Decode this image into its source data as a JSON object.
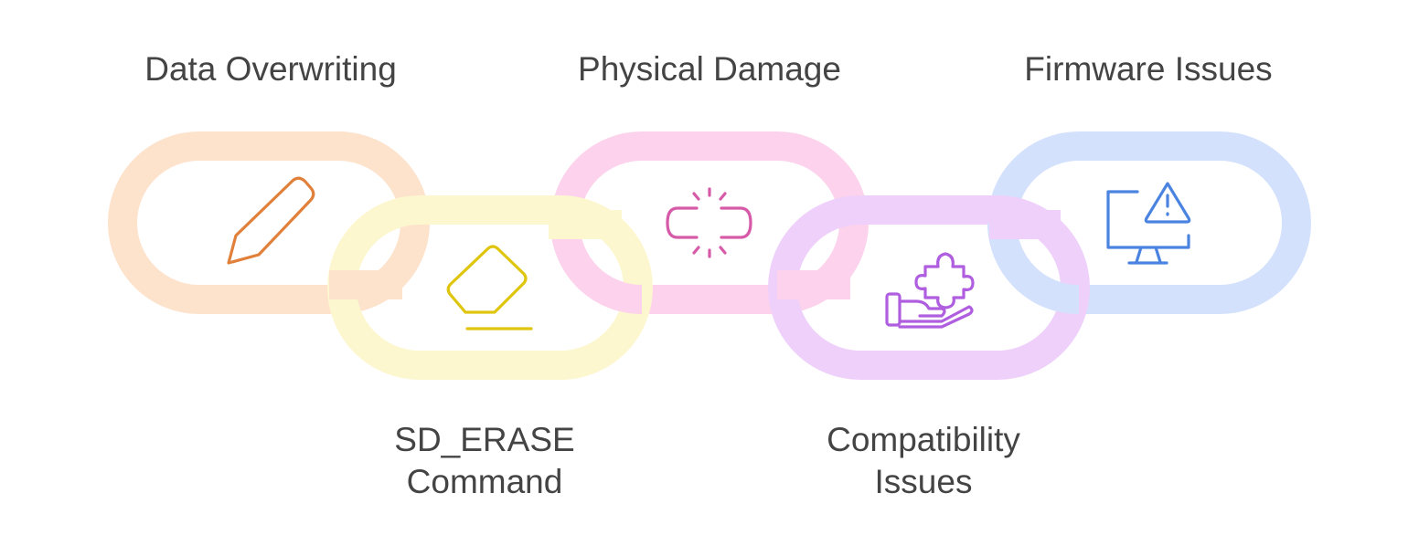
{
  "links": [
    {
      "id": "data-overwriting",
      "label_lines": [
        "Data Overwriting"
      ],
      "color": "#fde2cc",
      "icon": "pencil-icon",
      "icon_color": "#e0803a"
    },
    {
      "id": "sd-erase",
      "label_lines": [
        "SD_ERASE",
        "Command"
      ],
      "color": "#fdf7d0",
      "icon": "eraser-icon",
      "icon_color": "#dfc50e"
    },
    {
      "id": "physical-damage",
      "label_lines": [
        "Physical Damage"
      ],
      "color": "#fcd2ec",
      "icon": "broken-link-icon",
      "icon_color": "#d65aa8"
    },
    {
      "id": "compatibility",
      "label_lines": [
        "Compatibility",
        "Issues"
      ],
      "color": "#efd0fa",
      "icon": "puzzle-hand-icon",
      "icon_color": "#b05ee0"
    },
    {
      "id": "firmware",
      "label_lines": [
        "Firmware Issues"
      ],
      "color": "#d3e1fc",
      "icon": "monitor-warning-icon",
      "icon_color": "#4a84e0"
    }
  ]
}
